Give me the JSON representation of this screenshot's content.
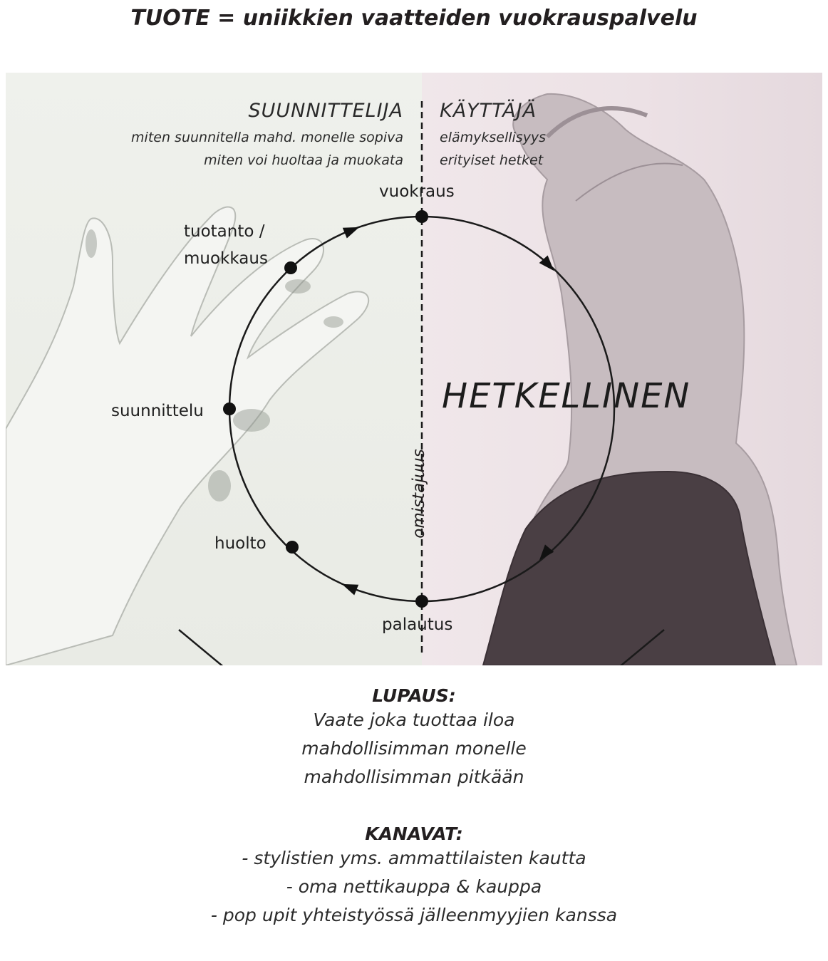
{
  "title": "TUOTE = uniikkien vaatteiden vuokrauspalvelu",
  "designer": {
    "heading": "SUUNNITTELIJA",
    "lines": [
      "miten suunnitella mahd. monelle sopiva",
      "miten voi huoltaa ja muokata"
    ]
  },
  "user": {
    "heading": "KÄYTTÄJÄ",
    "lines": [
      "elämyksellisyys",
      "erityiset hetket"
    ]
  },
  "cycle": {
    "nodes": {
      "rental": "vuokraus",
      "production_line1": "tuotanto /",
      "production_line2": "muokkaus",
      "design": "suunnittelu",
      "maintenance": "huolto",
      "return": "palautus"
    },
    "divider_label": "omistajuus",
    "right_word": "HETKELLINEN"
  },
  "promise": {
    "heading": "LUPAUS:",
    "lines": [
      "Vaate joka tuottaa iloa",
      "mahdollisimman monelle",
      "mahdollisimman pitkään"
    ]
  },
  "channels": {
    "heading": "KANAVAT:",
    "lines": [
      "- stylistien yms. ammattilaisten kautta",
      "- oma nettikauppa & kauppa",
      "- pop upit yhteistyössä jälleenmyyjien kanssa"
    ]
  },
  "colors": {
    "left_bg": "#eceee9",
    "right_bg": "#ede3e7",
    "ink": "#231f20"
  }
}
